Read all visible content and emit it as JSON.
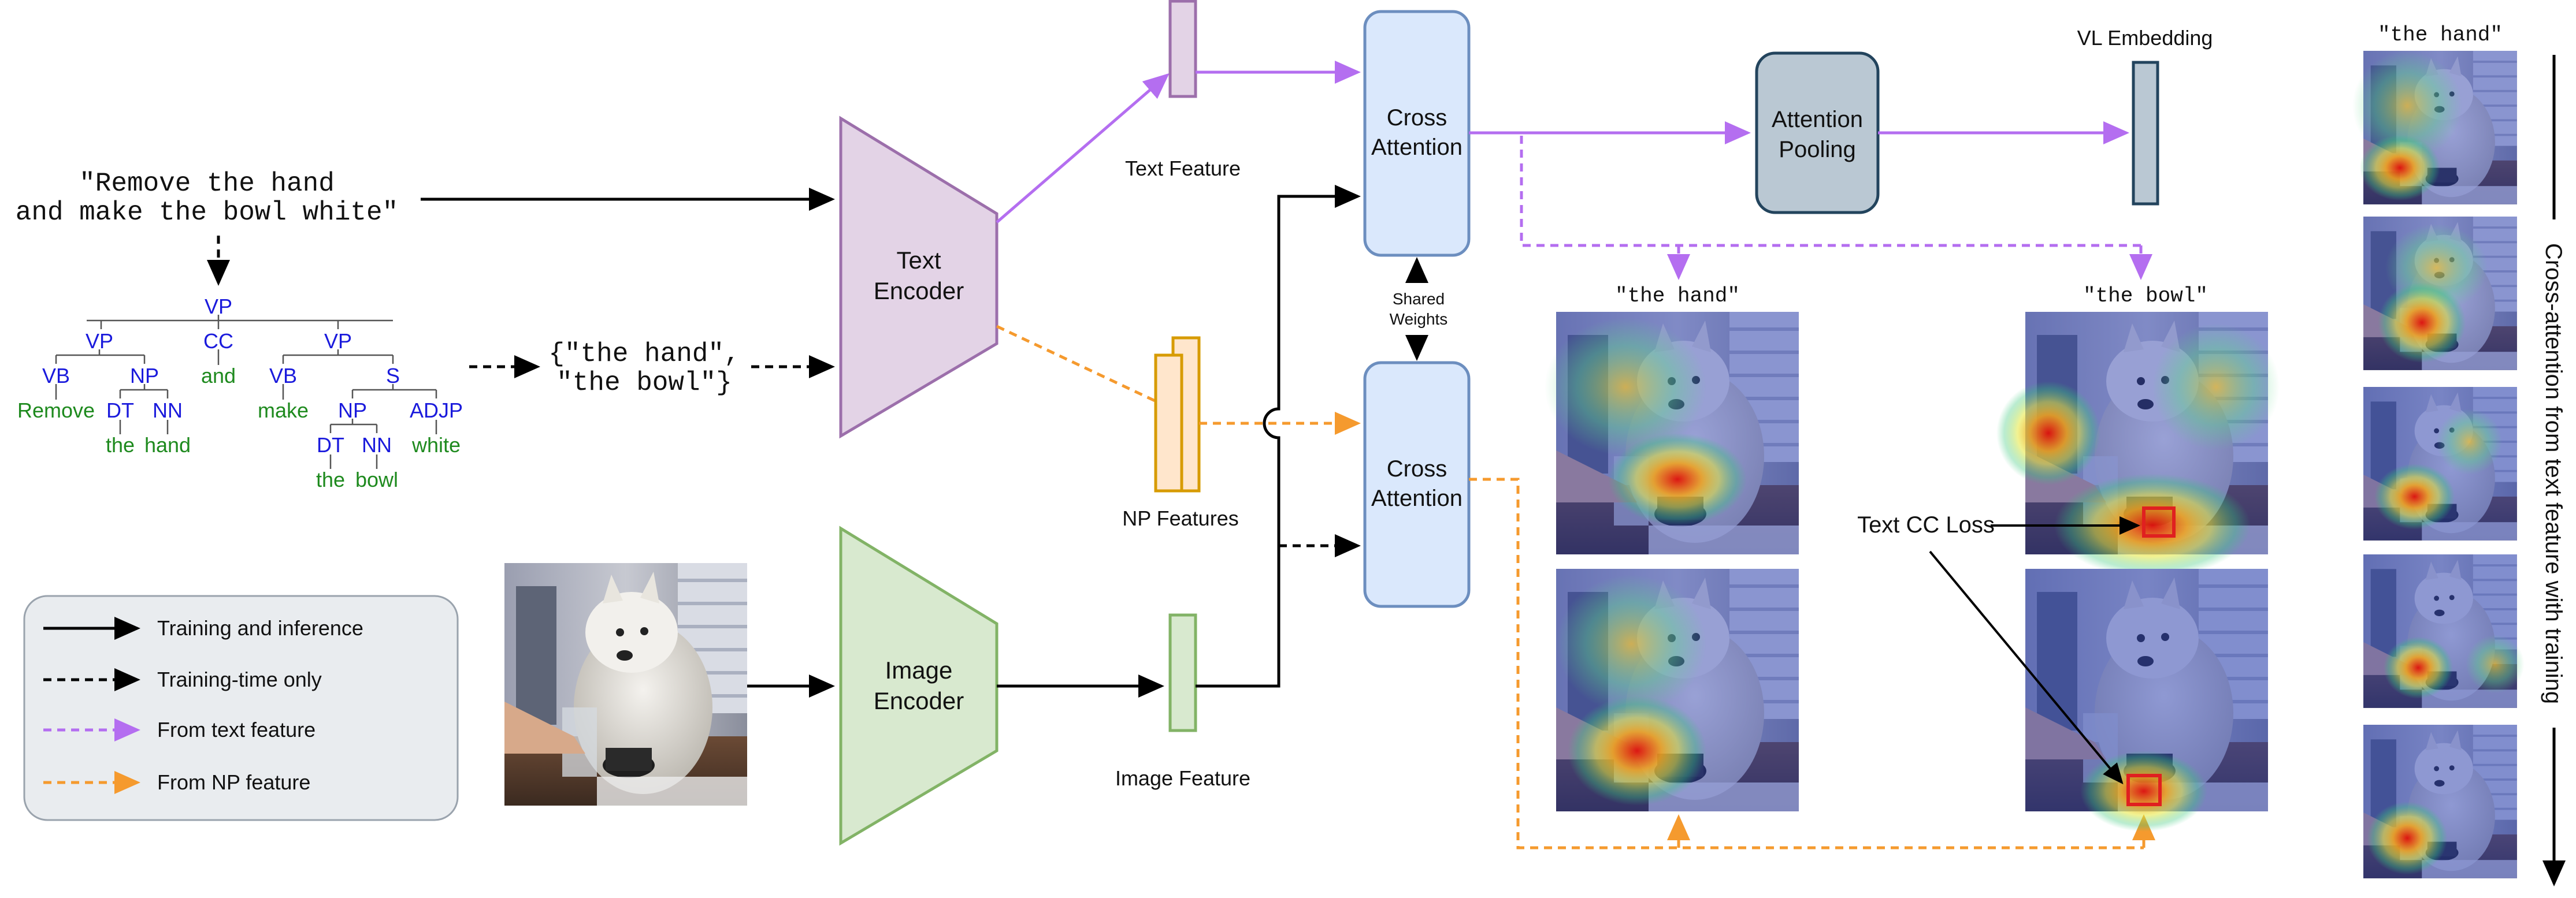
{
  "input_text": {
    "line1": "\"Remove the hand",
    "line2": "and make the bowl white\""
  },
  "parse_tree": {
    "root": "VP",
    "left_vp": "VP",
    "cc": "CC",
    "right_vp": "VP",
    "vb1": "VB",
    "np1": "NP",
    "cc_word": "and",
    "vb2": "VB",
    "s": "S",
    "remove": "Remove",
    "dt1": "DT",
    "nn1": "NN",
    "make": "make",
    "np2": "NP",
    "adjp": "ADJP",
    "the1": "the",
    "hand": "hand",
    "dt2": "DT",
    "nn2": "NN",
    "white": "white",
    "the2": "the",
    "bowl": "bowl"
  },
  "noun_phrases": {
    "line1": "{\"the hand\",",
    "line2": "\"the bowl\"}"
  },
  "text_encoder": {
    "line1": "Text",
    "line2": "Encoder"
  },
  "image_encoder": {
    "line1": "Image",
    "line2": "Encoder"
  },
  "text_feature": "Text Feature",
  "np_features": "NP Features",
  "image_feature": "Image Feature",
  "cross_attention_top": {
    "line1": "Cross",
    "line2": "Attention"
  },
  "cross_attention_bottom": {
    "line1": "Cross",
    "line2": "Attention"
  },
  "shared_weights": {
    "line1": "Shared",
    "line2": "Weights"
  },
  "attention_pooling": {
    "line1": "Attention",
    "line2": "Pooling"
  },
  "vl_embedding": "VL Embedding",
  "heatmap_label_hand": "\"the hand\"",
  "heatmap_label_bowl": "\"the bowl\"",
  "text_cc_loss": "Text CC Loss",
  "right_column_title": "\"the hand\"",
  "right_column_axis_label": "Cross-attention from text feature with training",
  "legend": [
    {
      "label": "Training and inference",
      "style": "solid",
      "color": "#000000"
    },
    {
      "label": "Training-time only",
      "style": "dashed",
      "color": "#000000"
    },
    {
      "label": "From text feature",
      "style": "dashed",
      "color": "#b46ef0"
    },
    {
      "label": "From NP feature",
      "style": "dashed",
      "color": "#f59a2e"
    }
  ],
  "colors": {
    "text_encoder_fill": "#e3d3e6",
    "text_encoder_stroke": "#9c6fab",
    "image_encoder_fill": "#d8e9cf",
    "image_encoder_stroke": "#82b366",
    "cross_attention_fill": "#dae8fc",
    "cross_attention_stroke": "#6c8ebf",
    "pooling_fill": "#bac8d3",
    "pooling_stroke": "#23445d",
    "np_fill": "#ffe6cc",
    "np_stroke": "#d79b00",
    "text_path": "#b46ef0",
    "np_path": "#f59a2e",
    "tree_tag": "#1a1adc",
    "tree_word": "#1e8a1e",
    "loss_box": "#e02020"
  },
  "icons": {
    "photo": "dog-photo",
    "heatmap": "attention-heatmap",
    "loss_box": "red-square-marker"
  }
}
